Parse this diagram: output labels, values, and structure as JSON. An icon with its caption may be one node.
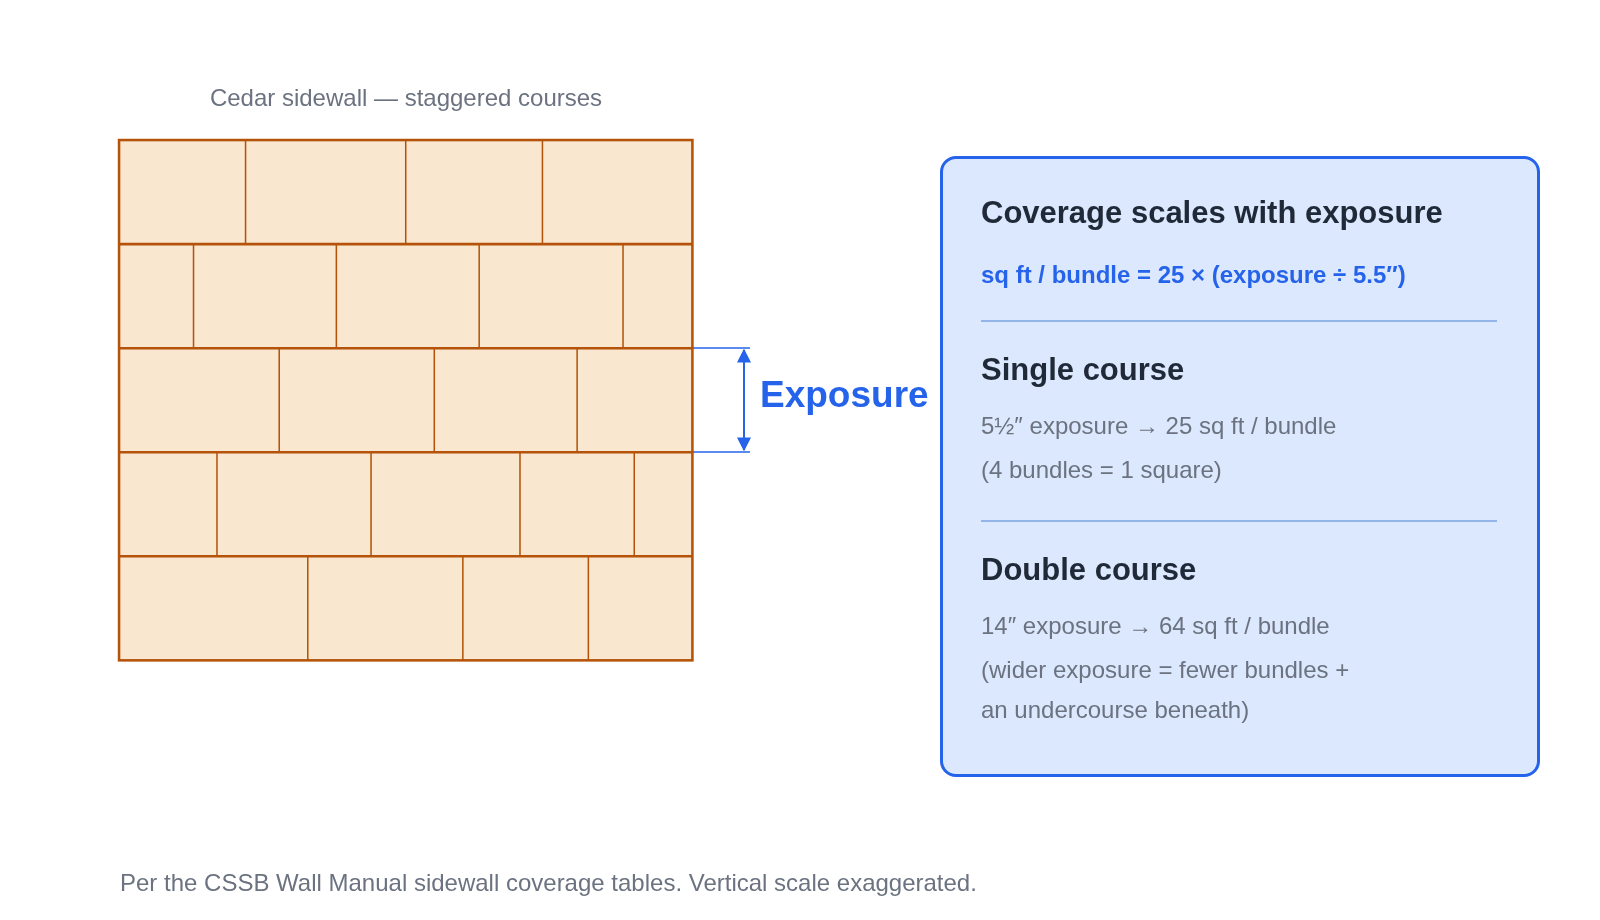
{
  "diagram": {
    "title": "Cedar sidewall — staggered courses",
    "caption": "Per the CSSB Wall Manual sidewall coverage tables. Vertical scale exaggerated.",
    "nodes": [
      {
        "text": [
          "Coverage scales with exposure",
          "sq ft / bundle = 25 × (exposure ÷ 5.5″)",
          "Single course",
          "5½″ exposure → 25 sq ft / bundle",
          "(4 bundles = 1 square)",
          "Double course",
          "14″ exposure → 64 sq ft / bundle",
          "(wider exposure = fewer bundles + an undercourse beneath)"
        ]
      }
    ],
    "edges": [],
    "labels": [
      "Exposure"
    ]
  }
}
